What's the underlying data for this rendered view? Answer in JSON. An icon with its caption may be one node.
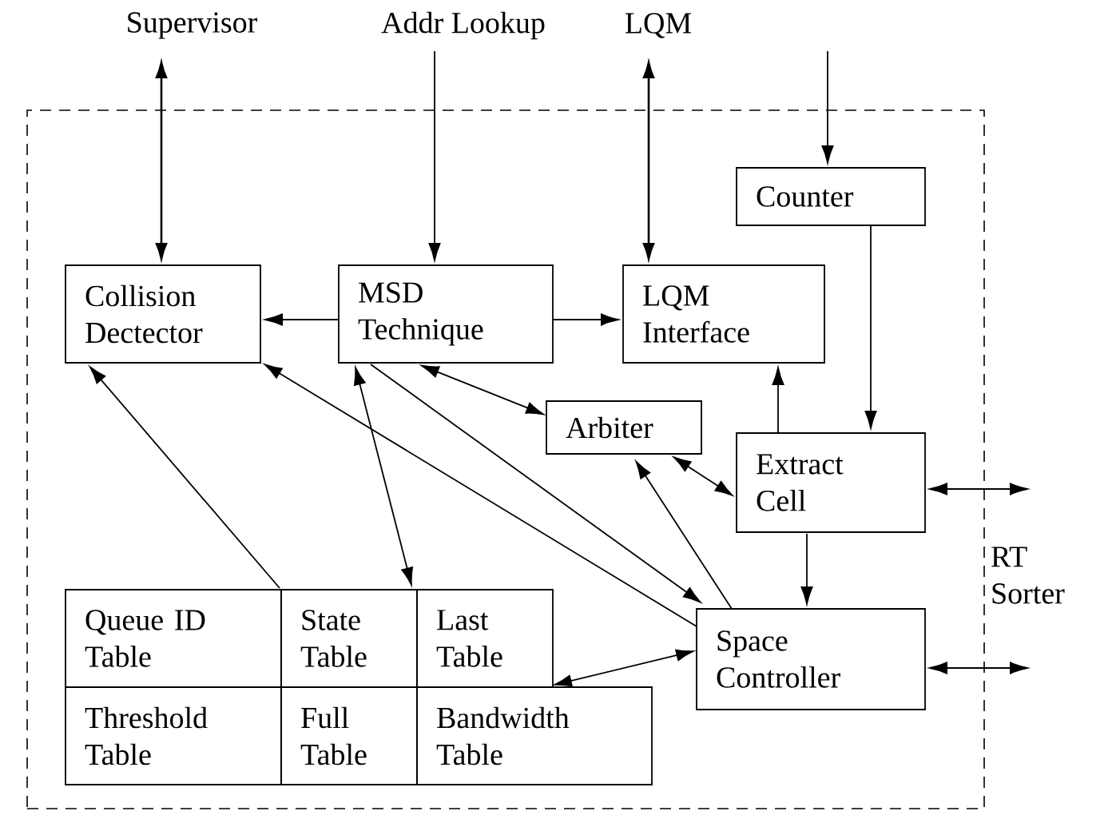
{
  "diagram": {
    "nodes": [
      {
        "text": [],
        "shape": "box"
      },
      {
        "text": [
          "Supervisor"
        ]
      },
      {
        "text": [
          "Addr Lookup"
        ]
      },
      {
        "text": [
          "LQM"
        ]
      },
      {
        "text": [
          "Counter"
        ],
        "in": 0
      },
      {
        "text": [
          "Collision Dectector"
        ],
        "in": 0
      },
      {
        "text": [
          "MSD Technique"
        ],
        "in": 0
      },
      {
        "text": [
          "LQM Interface"
        ],
        "in": 0
      },
      {
        "text": [
          "Arbiter"
        ],
        "in": 0
      },
      {
        "text": [
          "Extract Cell"
        ],
        "in": 0
      },
      {
        "text": [
          "Queue ID Table"
        ],
        "in": 0
      },
      {
        "text": [
          "State Table"
        ],
        "in": 0
      },
      {
        "text": [
          "Last Table"
        ],
        "in": 0
      },
      {
        "text": [
          "Space Controller"
        ],
        "in": 0
      },
      {
        "text": [
          "Threshold Table"
        ],
        "in": 0
      },
      {
        "text": [
          "Full Table"
        ],
        "in": 0
      },
      {
        "text": [
          "Bandwidth Table"
        ],
        "in": 0
      },
      {
        "text": [
          "RT Sorter"
        ]
      }
    ],
    "edges": [
      {
        "from": 1,
        "to": 5,
        "arrow": "both"
      },
      {
        "from": 2,
        "to": 6,
        "arrow": "to"
      },
      {
        "from": 3,
        "to": 7,
        "arrow": "both"
      },
      {
        "from": null,
        "to": 4,
        "arrow": "to"
      },
      {
        "from": 6,
        "to": 5,
        "arrow": "to"
      },
      {
        "from": 6,
        "to": 7,
        "arrow": "to"
      },
      {
        "from": 4,
        "to": 9,
        "arrow": "to"
      },
      {
        "from": 9,
        "to": 7,
        "arrow": "to"
      },
      {
        "from": 6,
        "to": 8,
        "arrow": "both"
      },
      {
        "from": 8,
        "to": 9,
        "arrow": "both"
      },
      {
        "from": 13,
        "to": 8,
        "arrow": "to"
      },
      {
        "from": 9,
        "to": 13,
        "arrow": "to"
      },
      {
        "from": 6,
        "to": 13,
        "arrow": "to"
      },
      {
        "from": 13,
        "to": 5,
        "arrow": "to"
      },
      {
        "from": 10,
        "to": 5,
        "arrow": "to"
      },
      {
        "from": 11,
        "to": 6,
        "arrow": "both"
      },
      {
        "from": 16,
        "to": 13,
        "arrow": "both"
      },
      {
        "from": 9,
        "to": null,
        "arrow": "both"
      },
      {
        "from": 13,
        "to": null,
        "arrow": "both"
      }
    ]
  }
}
